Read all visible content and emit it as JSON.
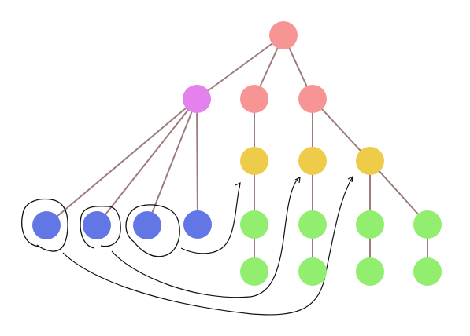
{
  "colors": {
    "background": "#ffffff",
    "edge": "#9c7c7c",
    "root": "#f79494",
    "purple": "#e481ed",
    "yellow": "#eecb48",
    "blue": "#6277e5",
    "green": "#92ee6f",
    "annotation": "#111111"
  },
  "nodes": [
    {
      "id": "root",
      "color": "root"
    },
    {
      "id": "purple",
      "color": "purple"
    },
    {
      "id": "pink-a",
      "color": "root"
    },
    {
      "id": "pink-b",
      "color": "root"
    },
    {
      "id": "yellow-a",
      "color": "yellow"
    },
    {
      "id": "yellow-b",
      "color": "yellow"
    },
    {
      "id": "yellow-c",
      "color": "yellow"
    },
    {
      "id": "blue-1",
      "color": "blue"
    },
    {
      "id": "blue-2",
      "color": "blue"
    },
    {
      "id": "blue-3",
      "color": "blue"
    },
    {
      "id": "blue-4",
      "color": "blue"
    },
    {
      "id": "green-1",
      "color": "green"
    },
    {
      "id": "green-2",
      "color": "green"
    },
    {
      "id": "green-3",
      "color": "green"
    },
    {
      "id": "green-4",
      "color": "green"
    },
    {
      "id": "green-5",
      "color": "green"
    },
    {
      "id": "green-6",
      "color": "green"
    },
    {
      "id": "green-7",
      "color": "green"
    },
    {
      "id": "green-8",
      "color": "green"
    }
  ],
  "edges": [
    [
      "root",
      "purple"
    ],
    [
      "root",
      "pink-a"
    ],
    [
      "root",
      "pink-b"
    ],
    [
      "purple",
      "blue-1"
    ],
    [
      "purple",
      "blue-2"
    ],
    [
      "purple",
      "blue-3"
    ],
    [
      "purple",
      "blue-4"
    ],
    [
      "pink-a",
      "yellow-a"
    ],
    [
      "pink-b",
      "yellow-b"
    ],
    [
      "pink-b",
      "yellow-c"
    ],
    [
      "yellow-a",
      "green-1"
    ],
    [
      "yellow-b",
      "green-2"
    ],
    [
      "yellow-c",
      "green-3"
    ],
    [
      "yellow-c",
      "green-4"
    ],
    [
      "green-1",
      "green-5"
    ],
    [
      "green-2",
      "green-6"
    ],
    [
      "green-3",
      "green-7"
    ],
    [
      "green-4",
      "green-8"
    ]
  ],
  "circled_nodes": [
    "blue-1",
    "blue-2",
    "blue-3"
  ],
  "arrows": [
    {
      "from": "blue-4",
      "to": "yellow-a"
    },
    {
      "from": "blue-2",
      "to": "yellow-b"
    },
    {
      "from": "blue-1",
      "to": "yellow-c"
    }
  ]
}
